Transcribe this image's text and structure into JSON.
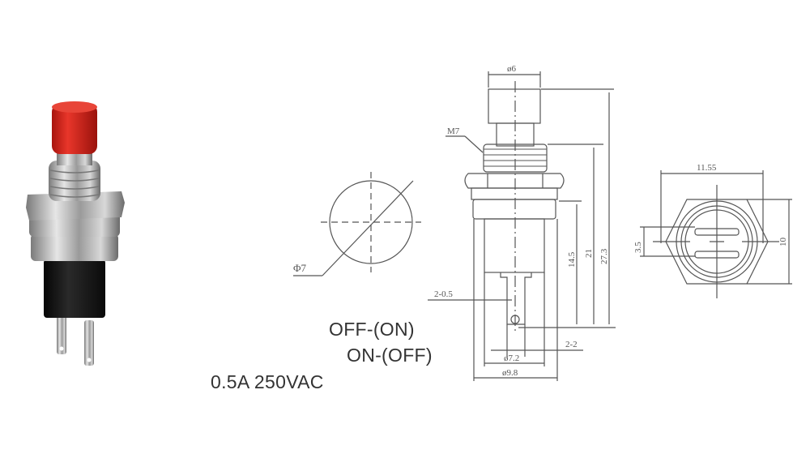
{
  "product_photo": {
    "description": "Red momentary push button switch",
    "cap_color": "#d8281e",
    "body_color": "#1a1a1a",
    "metal_color": "#b8b8b8"
  },
  "specs": {
    "mode_1": "OFF-(ON)",
    "mode_2": "ON-(OFF)",
    "rating": "0.5A 250VAC"
  },
  "panel_cutout": {
    "diameter_label": "Φ7"
  },
  "side_view": {
    "cap_diameter": "ø6",
    "thread_label": "M7",
    "terminal_hole": "2-0.5",
    "terminal_spacing": "2-2",
    "body_inner_diameter": "ø7.2",
    "body_outer_diameter": "ø9.8",
    "height_body": "14.5",
    "height_thread": "21",
    "height_total": "27.3"
  },
  "bottom_view": {
    "hex_width": "11.55",
    "terminal_pitch": "3.5",
    "hex_flat": "10"
  },
  "colors": {
    "line": "#555555",
    "text": "#333333"
  }
}
